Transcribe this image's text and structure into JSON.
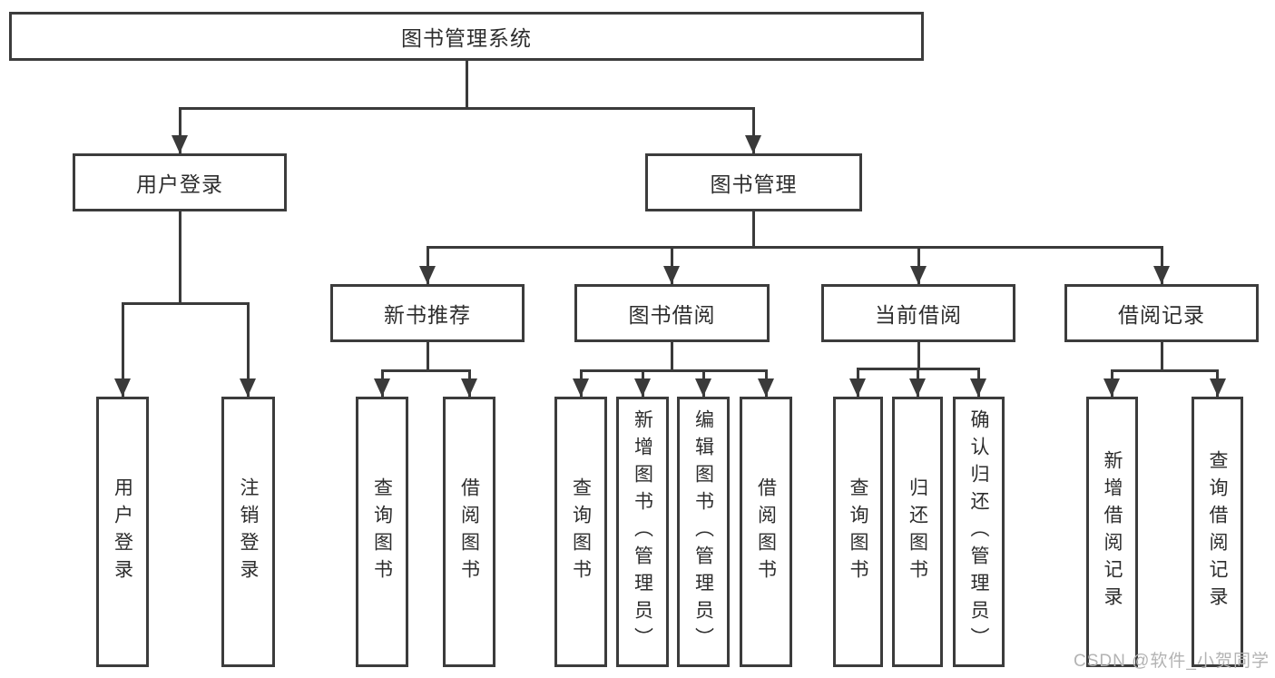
{
  "diagram": {
    "root": {
      "label": "图书管理系统"
    },
    "level2": {
      "user_login": {
        "label": "用户登录"
      },
      "book_management": {
        "label": "图书管理"
      }
    },
    "level3": {
      "new_book_recommend": {
        "label": "新书推荐"
      },
      "book_borrowing": {
        "label": "图书借阅"
      },
      "current_borrowing": {
        "label": "当前借阅"
      },
      "borrowing_records": {
        "label": "借阅记录"
      }
    },
    "leaves": {
      "user_login": {
        "label": "用户登录"
      },
      "logout": {
        "label": "注销登录"
      },
      "query_books_recommend": {
        "label": "查询图书"
      },
      "borrow_books_recommend": {
        "label": "借阅图书"
      },
      "query_books_borrowing": {
        "label": "查询图书"
      },
      "add_books_admin": {
        "label": "新增图书（管理员）"
      },
      "edit_books_admin": {
        "label": "编辑图书（管理员）"
      },
      "borrow_books_borrowing": {
        "label": "借阅图书"
      },
      "query_books_current": {
        "label": "查询图书"
      },
      "return_books": {
        "label": "归还图书"
      },
      "confirm_return_admin": {
        "label": "确认归还（管理员）"
      },
      "add_borrow_record": {
        "label": "新增借阅记录"
      },
      "query_borrow_record": {
        "label": "查询借阅记录"
      }
    },
    "watermark": "CSDN @软件_小贺同学",
    "colors": {
      "line": "#3a3a3a",
      "border": "#3c3c3c",
      "text": "#2d2d2d",
      "background": "#ffffff",
      "watermark": "#b3b3b3"
    }
  }
}
